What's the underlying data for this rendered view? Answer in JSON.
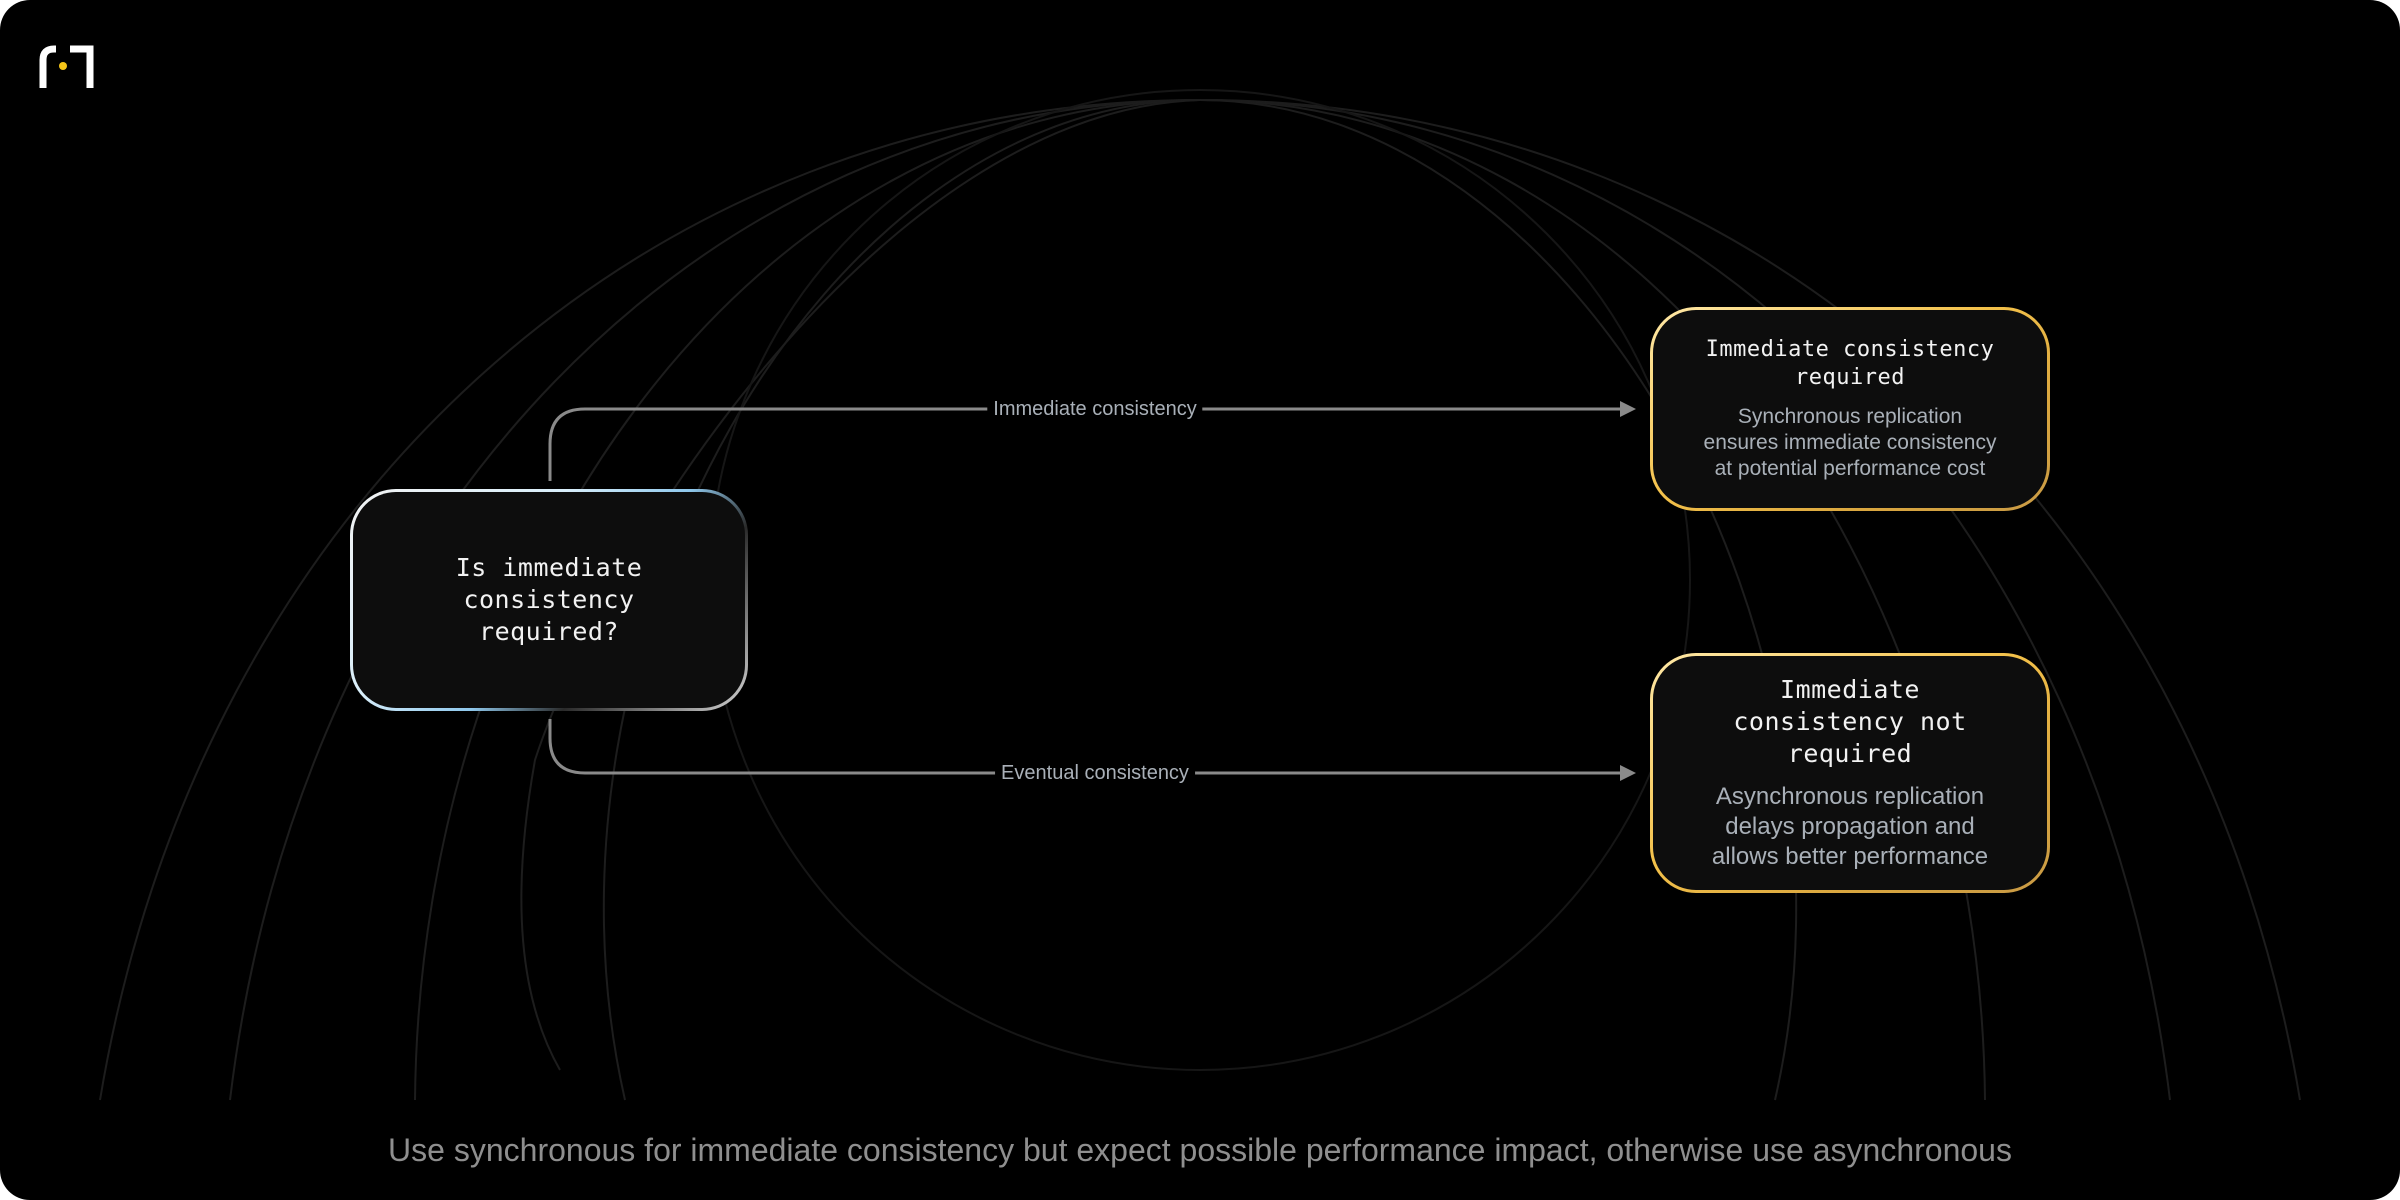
{
  "diagram": {
    "question": {
      "text": "Is immediate\nconsistency\nrequired?"
    },
    "edges": [
      {
        "label": "Immediate consistency"
      },
      {
        "label": "Eventual consistency"
      }
    ],
    "results": [
      {
        "title": "Immediate consistency\nrequired",
        "description": "Synchronous replication\nensures immediate consistency\nat potential performance cost"
      },
      {
        "title": "Immediate\nconsistency not\nrequired",
        "description": "Asynchronous replication\ndelays propagation and\nallows better performance"
      }
    ]
  },
  "caption": "Use synchronous for immediate consistency but expect possible performance impact, otherwise use asynchronous",
  "colors": {
    "background": "#000000",
    "arrow": "#8a8a8a",
    "label_text": "#a9b0b8",
    "result_border": "#f3c14a",
    "question_border_accent": "#8fc8ec",
    "logo_dot": "#f5c518"
  },
  "icons": {
    "logo": "brand-logo-icon"
  }
}
